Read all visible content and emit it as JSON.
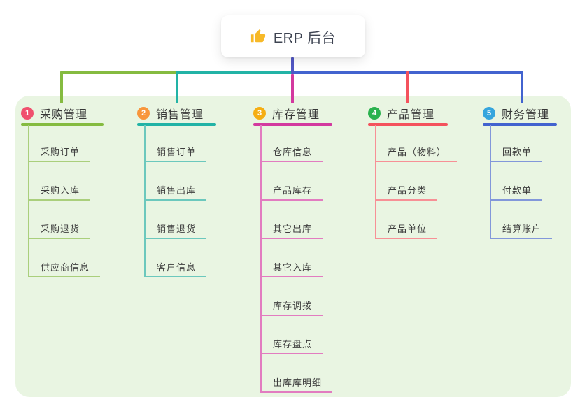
{
  "root": {
    "title": "ERP 后台",
    "icon": "thumbs-up-icon",
    "icon_color": "#f7b928",
    "connector_color": "#5157c5"
  },
  "canvas": {
    "panel_background": "#e9f5e2",
    "text_color": "#3d3d3d"
  },
  "branches": [
    {
      "index": "1",
      "label": "采购管理",
      "color": "#85bb40",
      "light_color": "#aacf7c",
      "badge_color": "#f0506e",
      "children": [
        "采购订单",
        "采购入库",
        "采购退货",
        "供应商信息"
      ]
    },
    {
      "index": "2",
      "label": "销售管理",
      "color": "#22b3a6",
      "light_color": "#6cc8bd",
      "badge_color": "#f8963c",
      "children": [
        "销售订单",
        "销售出库",
        "销售退货",
        "客户信息"
      ]
    },
    {
      "index": "3",
      "label": "库存管理",
      "color": "#d3399f",
      "light_color": "#e27cc0",
      "badge_color": "#f5ae13",
      "children": [
        "仓库信息",
        "产品库存",
        "其它出库",
        "其它入库",
        "库存调拨",
        "库存盘点",
        "出库库明细"
      ]
    },
    {
      "index": "4",
      "label": "产品管理",
      "color": "#f4525d",
      "light_color": "#f79096",
      "badge_color": "#2ab24e",
      "children": [
        "产品（物料）",
        "产品分类",
        "产品单位"
      ]
    },
    {
      "index": "5",
      "label": "财务管理",
      "color": "#4263cf",
      "light_color": "#8297da",
      "badge_color": "#35a5dd",
      "children": [
        "回款单",
        "付款单",
        "结算账户"
      ]
    }
  ]
}
